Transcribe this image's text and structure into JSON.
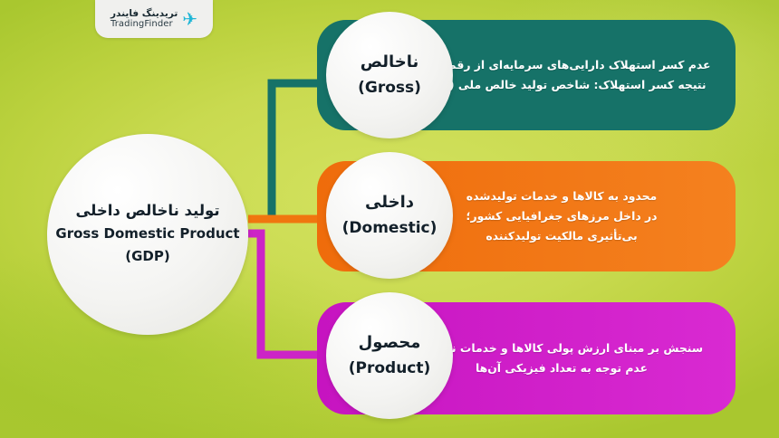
{
  "logo": {
    "fa_text": "تریدینگ فایندر",
    "en_text": "TradingFinder",
    "mark": "✈"
  },
  "main_node": {
    "title_fa": "تولید ناخالص داخلی",
    "title_en": "Gross Domestic Product",
    "abbr_en": "(GDP)"
  },
  "branches": [
    {
      "id": "gross",
      "circle_fa": "ناخالص",
      "circle_en": "(Gross)",
      "color": "#167268",
      "description": "عدم کسر استهلاک دارایی‌های سرمایه‌ای از رقم نهایی\nنتیجه کسر استهلاک: شاخص تولید خالص ملی (NNP)"
    },
    {
      "id": "domestic",
      "circle_fa": "داخلی",
      "circle_en": "(Domestic)",
      "color": "#f0760f",
      "description": "محدود به کالاها و خدمات تولیدشده\nدر داخل مرزهای جغرافیایی کشور؛\nبی‌تأثیری مالکیت تولیدکننده"
    },
    {
      "id": "product",
      "circle_fa": "محصول",
      "circle_en": "(Product)",
      "color": "#cc24c6",
      "description": "سنجش بر مبنای ارزش پولی کالاها و خدمات نهایی؛\nعدم توجه به تعداد فیزیکی آن‌ها"
    }
  ],
  "background_color": "#c5d94a"
}
